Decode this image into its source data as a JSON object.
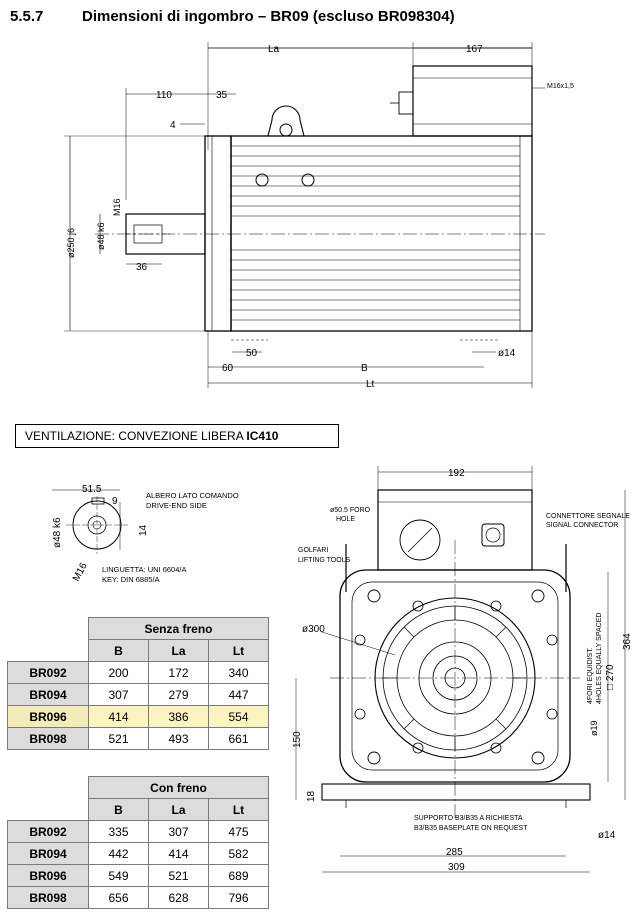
{
  "section": {
    "number": "5.5.7",
    "title": "Dimensioni di ingombro – BR09 (escluso BR098304)"
  },
  "side_view": {
    "labels": {
      "La": "La",
      "d167": "167",
      "thread": "M16x1,5",
      "d110": "110",
      "d35": "35",
      "d4": "4",
      "d250": "ø250 j6",
      "d48": "ø48 k6",
      "m16": "M16",
      "d36": "36",
      "d50": "50",
      "d14": "ø14",
      "d60": "60",
      "B": "B",
      "Lt": "Lt"
    }
  },
  "ventilation": {
    "prefix": "VENTILAZIONE: CONVEZIONE LIBERA ",
    "code": "IC410"
  },
  "shaft_detail": {
    "labels": {
      "d515": "51.5",
      "d9": "9",
      "d14": "14",
      "d48": "ø48 k6",
      "m16": "M16",
      "side1": "ALBERO LATO COMANDO",
      "side2": "DRIVE-END SIDE",
      "key1": "LINGUETTA: UNI 6604/A",
      "key2": "KEY: DIN 6885/A"
    }
  },
  "front_view": {
    "labels": {
      "d192": "192",
      "hole1": "ø50.5 FORO",
      "hole2": "HOLE",
      "conn1": "CONNETTORE SEGNALE",
      "conn2": "SIGNAL CONNECTOR",
      "golf1": "GOLFARI",
      "golf2": "LIFTING TOOLS",
      "d300": "ø300",
      "holes1": "4FORI EQUIDIST.",
      "holes2": "4HOLES EQUALLY SPACED",
      "d19": "ø19",
      "d270": "□ 270",
      "d364": "364",
      "d150": "150",
      "d18": "18",
      "sup1": "SUPPORTO B3/B35 A RICHIESTA",
      "sup2": "B3/B35 BASEPLATE ON REQUEST",
      "d14": "ø14",
      "d285": "285",
      "d309": "309"
    }
  },
  "table_no_brake": {
    "group": "Senza freno",
    "columns": [
      "B",
      "La",
      "Lt"
    ],
    "rows": [
      {
        "model": "BR092",
        "values": [
          "200",
          "172",
          "340"
        ]
      },
      {
        "model": "BR094",
        "values": [
          "307",
          "279",
          "447"
        ]
      },
      {
        "model": "BR096",
        "values": [
          "414",
          "386",
          "554"
        ]
      },
      {
        "model": "BR098",
        "values": [
          "521",
          "493",
          "661"
        ]
      }
    ]
  },
  "table_brake": {
    "group": "Con freno",
    "columns": [
      "B",
      "La",
      "Lt"
    ],
    "rows": [
      {
        "model": "BR092",
        "values": [
          "335",
          "307",
          "475"
        ]
      },
      {
        "model": "BR094",
        "values": [
          "442",
          "414",
          "582"
        ]
      },
      {
        "model": "BR096",
        "values": [
          "549",
          "521",
          "689"
        ]
      },
      {
        "model": "BR098",
        "values": [
          "656",
          "628",
          "796"
        ]
      }
    ]
  },
  "highlight_row": "BR096",
  "colors": {
    "highlight": "#fbf4c0",
    "header": "#dcdcdc"
  }
}
